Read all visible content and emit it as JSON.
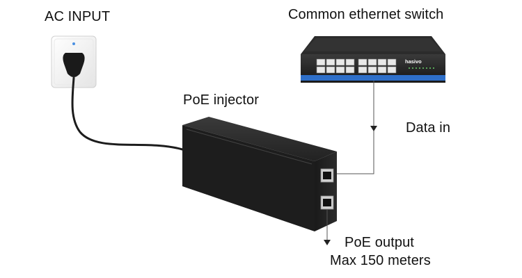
{
  "labels": {
    "ac_input": "AC INPUT",
    "switch_title": "Common ethernet switch",
    "injector": "PoE injector",
    "data_in": "Data in",
    "poe_output": "PoE output",
    "max_distance": "Max 150 meters"
  },
  "switch_brand": "hasivo",
  "colors": {
    "device_body": "#2a2a2a",
    "injector_body": "#1e1e1e",
    "switch_stripe": "#2e6fc9",
    "outlet": "#f2f2f2",
    "connector_line": "#555555",
    "label_text": "#111111"
  },
  "icons": [
    "wall-outlet-icon",
    "ethernet-switch-icon",
    "poe-injector-icon",
    "rj45-port-icon",
    "arrow-down-icon"
  ]
}
